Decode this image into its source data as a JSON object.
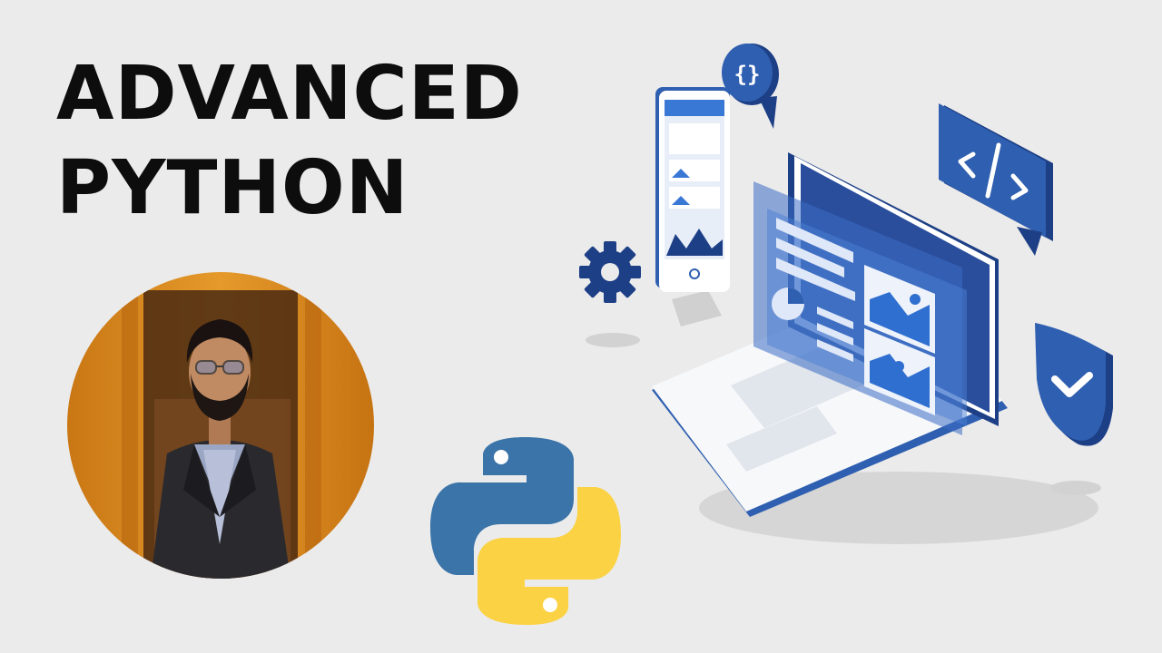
{
  "thumbnail": {
    "title_line_1": "ADVANCED",
    "title_line_2": "PYTHON"
  },
  "icons": [
    "person-photo",
    "python-logo-icon",
    "laptop-icon",
    "mobile-phone-icon",
    "gear-icon",
    "curly-braces-bubble-icon",
    "code-tag-bubble-icon",
    "shield-check-icon"
  ],
  "colors": {
    "background": "#ebebeb",
    "title": "#0d0d0d",
    "primary_blue": "#2f5fb0",
    "dark_blue": "#1d3f86",
    "python_blue": "#3b74a8",
    "python_yellow": "#fbd244",
    "photo_bg": "#d8891f"
  }
}
